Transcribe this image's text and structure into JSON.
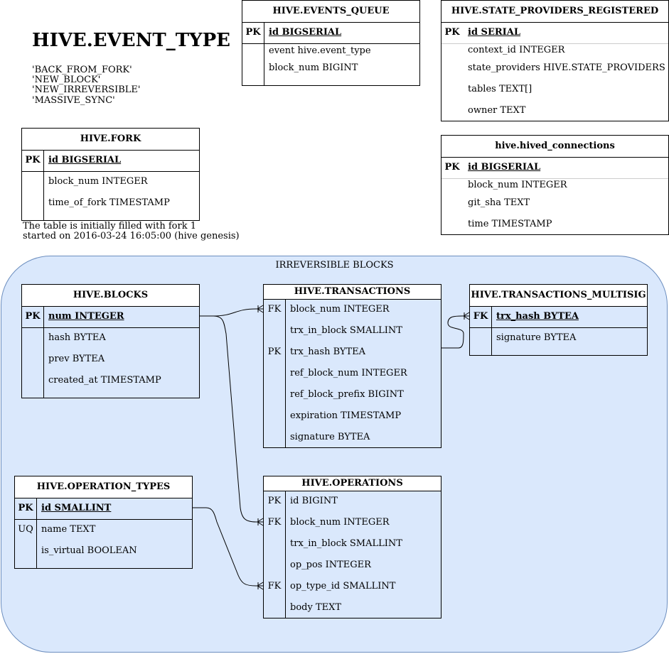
{
  "event_type": {
    "title": "HIVE.EVENT_TYPE",
    "values": [
      "'BACK_FROM_FORK'",
      "'NEW_BLOCK'",
      "'NEW_IRREVERSIBLE'",
      "'MASSIVE_SYNC'"
    ]
  },
  "events_queue": {
    "title": "HIVE.EVENTS_QUEUE",
    "pk_key": "PK",
    "pk_field": "id BIGSERIAL",
    "fields": [
      "event hive.event_type",
      "block_num BIGINT"
    ]
  },
  "state_providers": {
    "title": "HIVE.STATE_PROVIDERS_REGISTERED",
    "pk_key": "PK",
    "pk_field": "id SERIAL",
    "fields": [
      "context_id INTEGER",
      "state_providers HIVE.STATE_PROVIDERS",
      "tables TEXT[]",
      "owner TEXT"
    ]
  },
  "fork": {
    "title": "HIVE.FORK",
    "pk_key": "PK",
    "pk_field": "id BIGSERIAL",
    "fields": [
      "block_num INTEGER",
      "time_of_fork TIMESTAMP"
    ],
    "note_line1": "The table is initially filled with fork 1",
    "note_line2": "started on 2016-03-24 16:05:00 (hive genesis)"
  },
  "hived_connections": {
    "title": "hive.hived_connections",
    "pk_key": "PK",
    "pk_field": "id BIGSERIAL",
    "fields": [
      "block_num INTEGER",
      "git_sha TEXT",
      "time TIMESTAMP"
    ]
  },
  "irreversible_group": {
    "label": "IRREVERSIBLE BLOCKS"
  },
  "blocks": {
    "title": "HIVE.BLOCKS",
    "pk_key": "PK",
    "pk_field": "num INTEGER",
    "fields": [
      "hash BYTEA",
      "prev BYTEA",
      "created_at TIMESTAMP"
    ]
  },
  "transactions": {
    "title": "HIVE.TRANSACTIONS",
    "rows": [
      {
        "key": "FK",
        "field": "block_num INTEGER"
      },
      {
        "key": "",
        "field": "trx_in_block SMALLINT"
      },
      {
        "key": "PK",
        "field": "trx_hash BYTEA"
      },
      {
        "key": "",
        "field": "ref_block_num INTEGER"
      },
      {
        "key": "",
        "field": "ref_block_prefix BIGINT"
      },
      {
        "key": "",
        "field": "expiration TIMESTAMP"
      },
      {
        "key": "",
        "field": "signature BYTEA"
      }
    ]
  },
  "multisig": {
    "title": "HIVE.TRANSACTIONS_MULTISIG",
    "pk_key": "FK",
    "pk_field": "trx_hash BYTEA",
    "fields": [
      "signature BYTEA"
    ]
  },
  "operation_types": {
    "title": "HIVE.OPERATION_TYPES",
    "pk_key": "PK",
    "pk_field": "id SMALLINT",
    "rows": [
      {
        "key": "UQ",
        "field": "name TEXT"
      },
      {
        "key": "",
        "field": "is_virtual BOOLEAN"
      }
    ]
  },
  "operations": {
    "title": "HIVE.OPERATIONS",
    "rows": [
      {
        "key": "PK",
        "field": "id BIGINT"
      },
      {
        "key": "FK",
        "field": "block_num INTEGER"
      },
      {
        "key": "",
        "field": "trx_in_block SMALLINT"
      },
      {
        "key": "",
        "field": "op_pos INTEGER"
      },
      {
        "key": "FK",
        "field": "op_type_id SMALLINT"
      },
      {
        "key": "",
        "field": "body TEXT"
      }
    ]
  },
  "colors": {
    "group_fill": "#dae8fc",
    "group_stroke": "#6c8ebf"
  }
}
